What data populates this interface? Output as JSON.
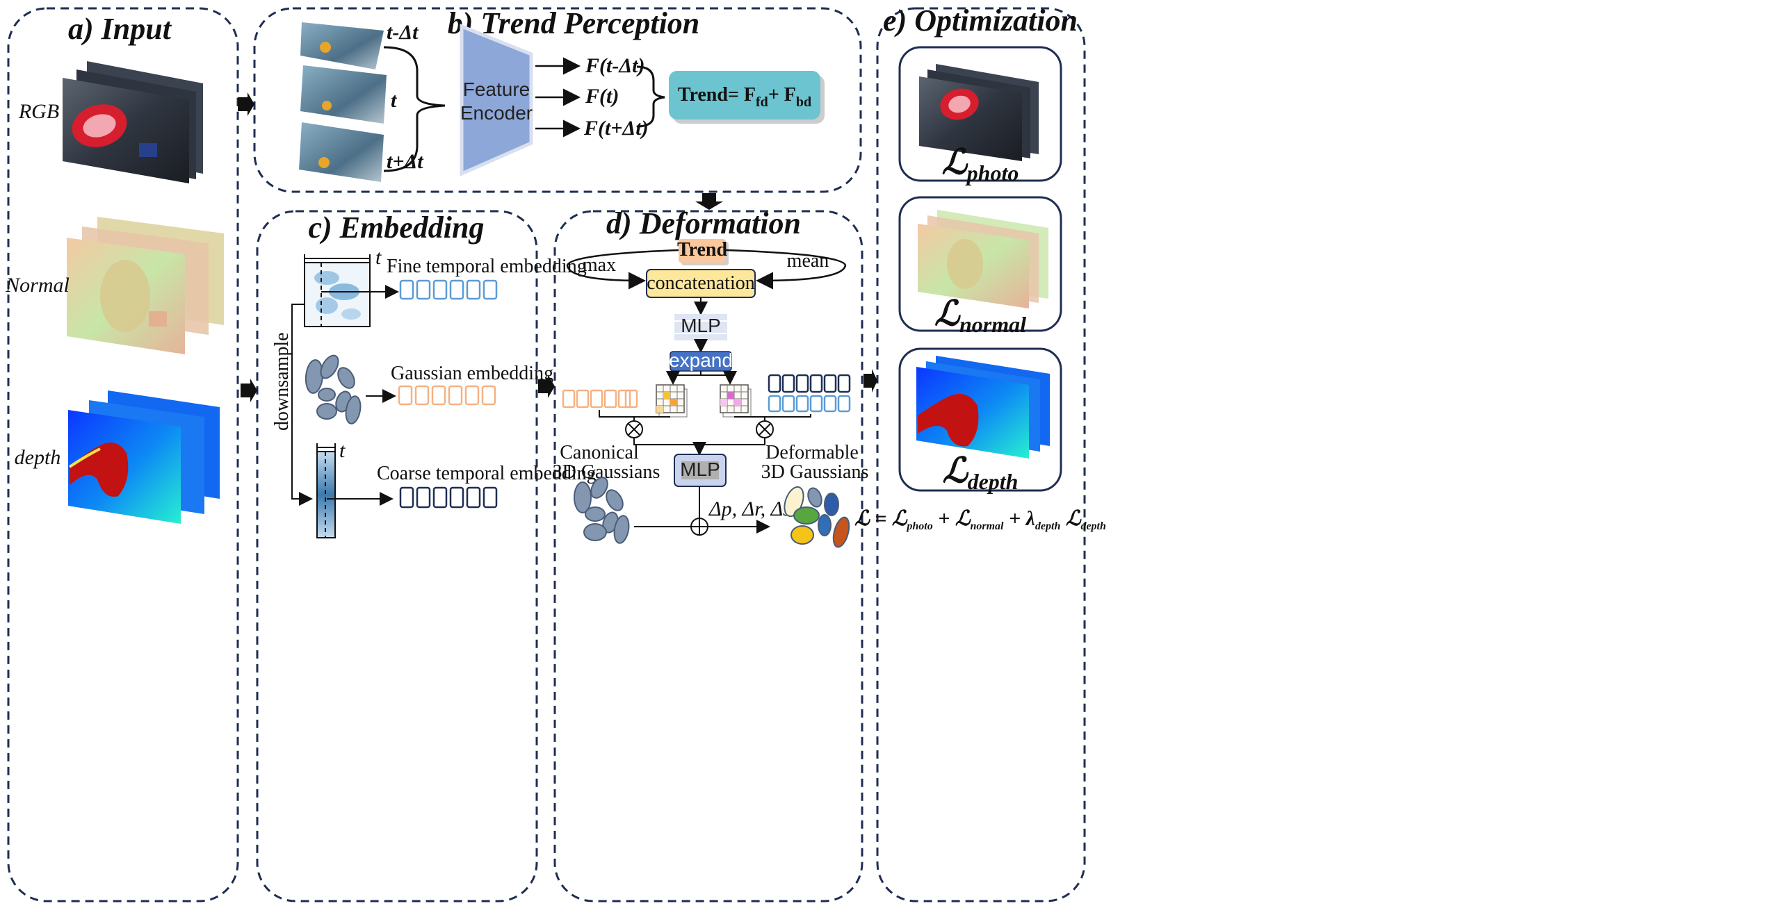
{
  "sections": {
    "input": "a) Input",
    "trend": "b) Trend Perception",
    "embedding": "c) Embedding",
    "deformation": "d) Deformation",
    "optimization": "e) Optimization"
  },
  "input": {
    "rgb_label": "RGB",
    "normal_label": "Normal",
    "depth_label": "depth"
  },
  "trend": {
    "frame_prev": "t-Δt",
    "frame_cur": "t",
    "frame_next": "t+Δt",
    "encoder_line1": "Feature",
    "encoder_line2": "Encoder",
    "feat_prev": "F(t-Δt)",
    "feat_cur": "F(t)",
    "feat_next": "F(t+Δt)",
    "formula_main": "Trend= F",
    "formula_sub1": "fd",
    "formula_plus": "+ F",
    "formula_sub2": "bd"
  },
  "embedding": {
    "t_label": "t",
    "fine": "Fine temporal embedding",
    "gaussian": "Gaussian embedding",
    "coarse": "Coarse temporal embedding",
    "downsample": "downsample"
  },
  "deformation": {
    "trend_box": "Trend",
    "max": "max",
    "mean": "mean",
    "concat": "concatenation",
    "mlp": "MLP",
    "expand": "expand",
    "mlp2": "MLP",
    "canonical_line1": "Canonical",
    "canonical_line2": "3D Gaussians",
    "deformable_line1": "Deformable",
    "deformable_line2": "3D Gaussians",
    "deltas": "Δp, Δr, Δs"
  },
  "optimization": {
    "loss_photo_sub": "photo",
    "loss_normal_sub": "normal",
    "loss_depth_sub": "depth",
    "loss_symbol": "ℒ",
    "total_eq": "ℒ = ℒ",
    "total_sub1": "photo",
    "total_plus1": " + ℒ",
    "total_sub2": "normal",
    "total_plus2": " + λ",
    "total_sub3": "depth",
    "total_l": " ℒ",
    "total_sub4": "depth"
  },
  "colors": {
    "dash_border": "#1f2d52",
    "encoder": "#8ea7d9",
    "formula_box": "#6cc4d1",
    "trend_box": "#fbc79c",
    "concat_box": "#fde79a",
    "expand_box": "#4472c4",
    "mlp_box": "#dfe5f3",
    "fine_cells": "#5b9bd5",
    "gauss_cells": "#f4b183",
    "coarse_cells": "#1f2d52",
    "gaussian_blob": "#8497b0"
  }
}
